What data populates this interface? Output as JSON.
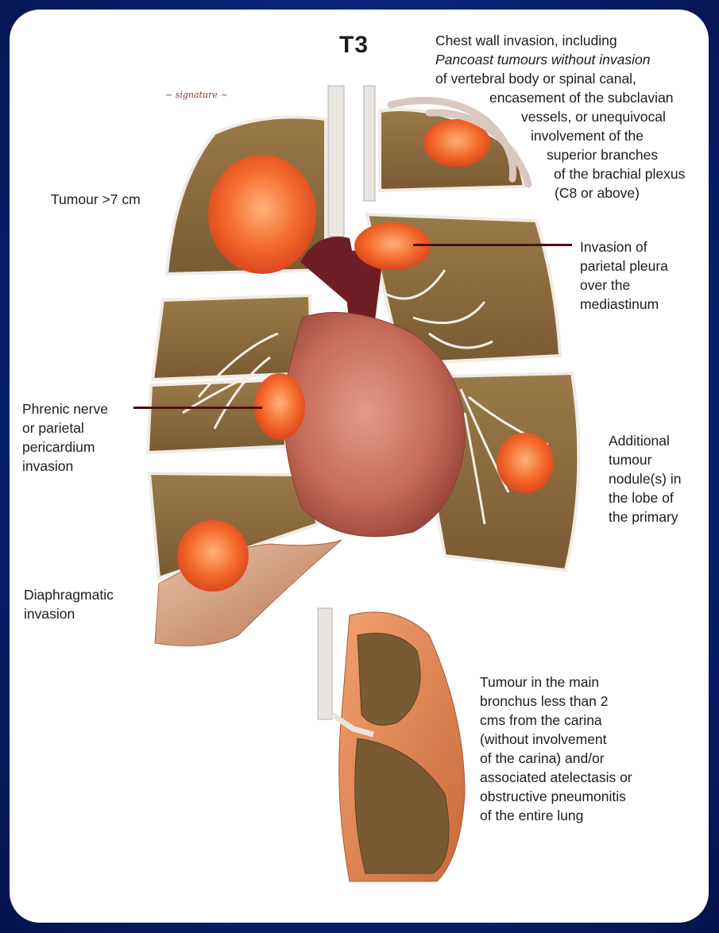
{
  "title": "T3",
  "labels": {
    "chest_wall": [
      "Chest wall invasion, including",
      "Pancoast tumours without invasion",
      "of vertebral body or spinal canal,",
      "encasement of the subclavian",
      "vessels, or unequivocal",
      "involvement of the",
      "superior branches",
      "of the brachial plexus",
      "(C8 or above)"
    ],
    "tumour_size": "Tumour >7 cm",
    "parietal_pleura": [
      "Invasion of",
      "parietal pleura",
      "over the",
      "mediastinum"
    ],
    "phrenic": [
      "Phrenic nerve",
      "or parietal",
      "pericardium",
      "invasion"
    ],
    "additional_nodule": [
      "Additional",
      "tumour",
      "nodule(s) in",
      "the lobe of",
      "the primary"
    ],
    "diaphragm": [
      "Diaphragmatic",
      "invasion"
    ],
    "main_bronchus": [
      "Tumour in the main",
      "bronchus less than 2",
      "cms from the carina",
      "(without involvement",
      "of the carina) and/or",
      "associated atelectasis or",
      "obstructive pneumonitis",
      "of the entire lung"
    ]
  },
  "colors": {
    "background": "#0c2a8a",
    "lung_tissue": "#8a6a3e",
    "tumour": "#f2692f",
    "heart": "#c46a5a",
    "vessels": "#6e1e24",
    "leader_line": "#4a0f10"
  }
}
